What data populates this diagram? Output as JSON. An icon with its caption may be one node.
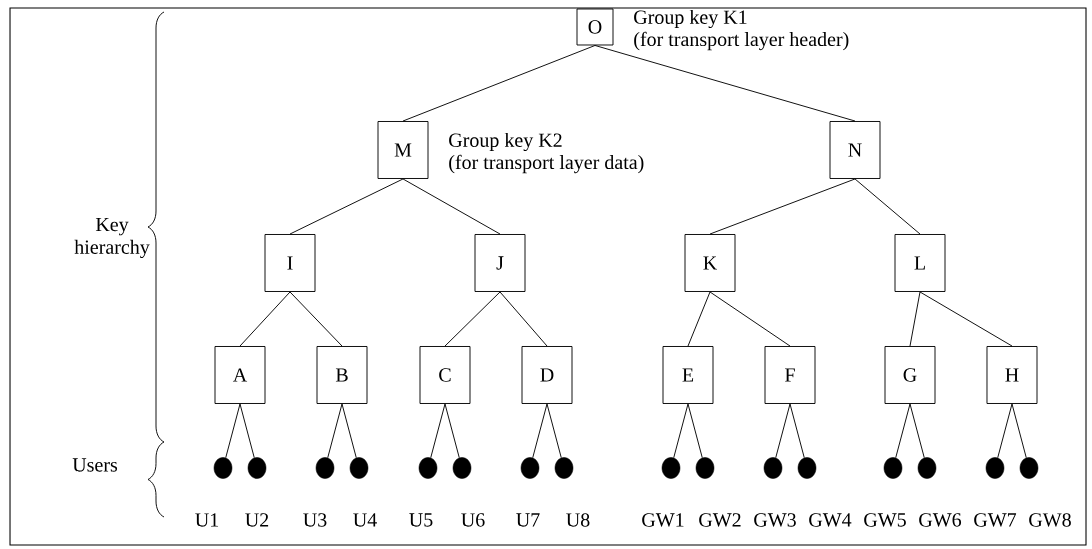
{
  "diagram": {
    "nodes": [
      {
        "text": [
          "O"
        ],
        "beside": [
          "Group key K1",
          "(for transport layer header)"
        ]
      },
      {
        "text": [
          "M"
        ],
        "beside": [
          "Group key K2",
          "(for transport layer data)"
        ]
      },
      {
        "text": [
          "N"
        ]
      },
      {
        "text": [
          "I"
        ]
      },
      {
        "text": [
          "J"
        ]
      },
      {
        "text": [
          "K"
        ]
      },
      {
        "text": [
          "L"
        ]
      },
      {
        "text": [
          "A"
        ]
      },
      {
        "text": [
          "B"
        ]
      },
      {
        "text": [
          "C"
        ]
      },
      {
        "text": [
          "D"
        ]
      },
      {
        "text": [
          "E"
        ]
      },
      {
        "text": [
          "F"
        ]
      },
      {
        "text": [
          "G"
        ]
      },
      {
        "text": [
          "H"
        ]
      },
      {
        "text": [],
        "shape": "circle"
      },
      {
        "text": [],
        "shape": "circle"
      },
      {
        "text": [],
        "shape": "circle"
      },
      {
        "text": [],
        "shape": "circle"
      },
      {
        "text": [],
        "shape": "circle"
      },
      {
        "text": [],
        "shape": "circle"
      },
      {
        "text": [],
        "shape": "circle"
      },
      {
        "text": [],
        "shape": "circle"
      },
      {
        "text": [],
        "shape": "circle"
      },
      {
        "text": [],
        "shape": "circle"
      },
      {
        "text": [],
        "shape": "circle"
      },
      {
        "text": [],
        "shape": "circle"
      },
      {
        "text": [],
        "shape": "circle"
      },
      {
        "text": [],
        "shape": "circle"
      },
      {
        "text": [],
        "shape": "circle"
      },
      {
        "text": [],
        "shape": "circle"
      }
    ],
    "edges": [
      {
        "from": 0,
        "to": 1,
        "arrow": "none"
      },
      {
        "from": 0,
        "to": 2,
        "arrow": "none"
      },
      {
        "from": 1,
        "to": 3,
        "arrow": "none"
      },
      {
        "from": 1,
        "to": 4,
        "arrow": "none"
      },
      {
        "from": 2,
        "to": 5,
        "arrow": "none"
      },
      {
        "from": 2,
        "to": 6,
        "arrow": "none"
      },
      {
        "from": 3,
        "to": 7,
        "arrow": "none"
      },
      {
        "from": 3,
        "to": 8,
        "arrow": "none"
      },
      {
        "from": 4,
        "to": 9,
        "arrow": "none"
      },
      {
        "from": 4,
        "to": 10,
        "arrow": "none"
      },
      {
        "from": 5,
        "to": 11,
        "arrow": "none"
      },
      {
        "from": 5,
        "to": 12,
        "arrow": "none"
      },
      {
        "from": 6,
        "to": 13,
        "arrow": "none"
      },
      {
        "from": 6,
        "to": 14,
        "arrow": "none"
      },
      {
        "from": 7,
        "to": 15,
        "arrow": "none"
      },
      {
        "from": 7,
        "to": 16,
        "arrow": "none"
      },
      {
        "from": 8,
        "to": 17,
        "arrow": "none"
      },
      {
        "from": 8,
        "to": 18,
        "arrow": "none"
      },
      {
        "from": 9,
        "to": 19,
        "arrow": "none"
      },
      {
        "from": 9,
        "to": 20,
        "arrow": "none"
      },
      {
        "from": 10,
        "to": 21,
        "arrow": "none"
      },
      {
        "from": 10,
        "to": 22,
        "arrow": "none"
      },
      {
        "from": 11,
        "to": 23,
        "arrow": "none"
      },
      {
        "from": 11,
        "to": 24,
        "arrow": "none"
      },
      {
        "from": 12,
        "to": 25,
        "arrow": "none"
      },
      {
        "from": 12,
        "to": 26,
        "arrow": "none"
      },
      {
        "from": 13,
        "to": 27,
        "arrow": "none"
      },
      {
        "from": 13,
        "to": 28,
        "arrow": "none"
      },
      {
        "from": 14,
        "to": 29,
        "arrow": "none"
      },
      {
        "from": 14,
        "to": 30,
        "arrow": "none"
      }
    ],
    "labels": [
      "Key hierarchy",
      "Users",
      "U1",
      "U2",
      "U3",
      "U4",
      "U5",
      "U6",
      "U7",
      "U8",
      "GW1",
      "GW2",
      "GW3",
      "GW4",
      "GW5",
      "GW6",
      "GW7",
      "GW8"
    ]
  }
}
